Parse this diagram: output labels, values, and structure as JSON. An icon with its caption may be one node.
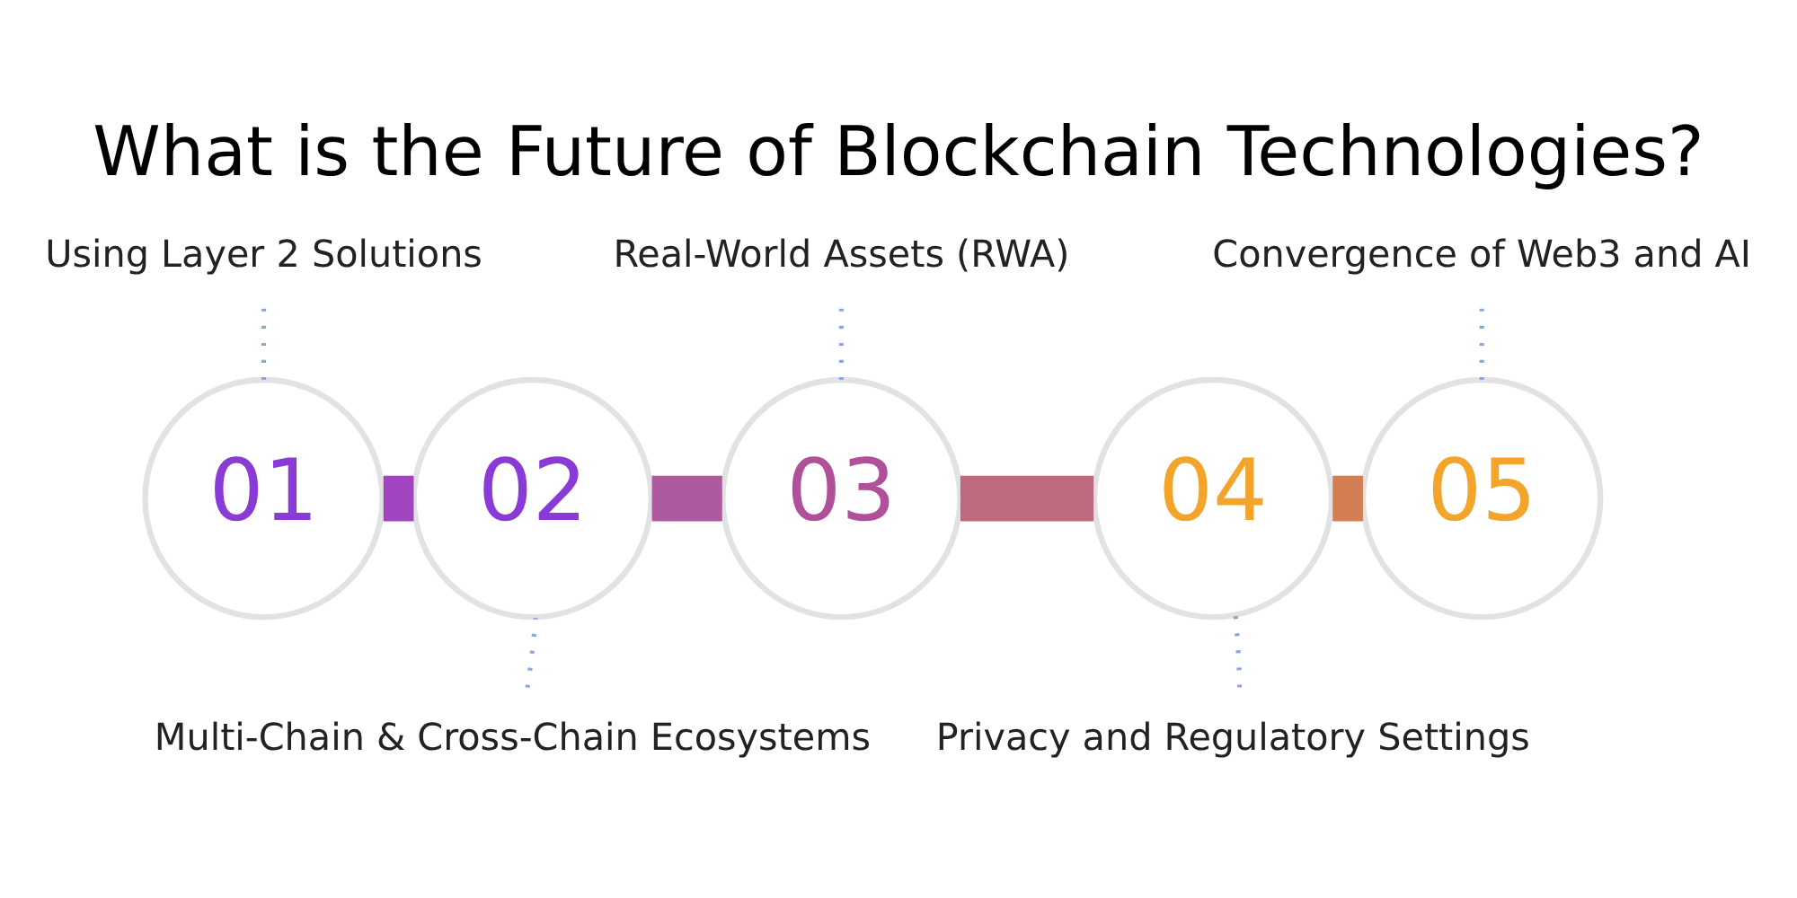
{
  "diagram": {
    "title": "What is the Future of Blockchain Technologies?",
    "nodes": [
      {
        "text": [
          "01"
        ]
      },
      {
        "text": [
          "02"
        ]
      },
      {
        "text": [
          "03"
        ]
      },
      {
        "text": [
          "04"
        ]
      },
      {
        "text": [
          "05"
        ]
      },
      {
        "text": [
          "Using Layer 2 Solutions"
        ]
      },
      {
        "text": [
          "Multi-Chain & Cross-Chain Ecosystems"
        ]
      },
      {
        "text": [
          "Real-World Assets (RWA)"
        ]
      },
      {
        "text": [
          "Privacy and Regulatory Settings"
        ]
      },
      {
        "text": [
          "Convergence of Web3 and AI"
        ]
      }
    ],
    "edges": [
      {
        "from": 0,
        "to": 1,
        "arrow": "none",
        "style": "thick",
        "color": "#a044c0"
      },
      {
        "from": 1,
        "to": 2,
        "arrow": "none",
        "style": "thick",
        "color": "#ad5aa0"
      },
      {
        "from": 2,
        "to": 3,
        "arrow": "none",
        "style": "thick",
        "color": "#bd6a7c"
      },
      {
        "from": 3,
        "to": 4,
        "arrow": "none",
        "style": "thick",
        "color": "#d27d52"
      },
      {
        "from": 5,
        "to": 0,
        "arrow": "none",
        "style": "dashed"
      },
      {
        "from": 6,
        "to": 1,
        "arrow": "none",
        "style": "dashed"
      },
      {
        "from": 7,
        "to": 2,
        "arrow": "none",
        "style": "dashed"
      },
      {
        "from": 8,
        "to": 3,
        "arrow": "none",
        "style": "dashed"
      },
      {
        "from": 9,
        "to": 4,
        "arrow": "none",
        "style": "dashed"
      }
    ]
  }
}
